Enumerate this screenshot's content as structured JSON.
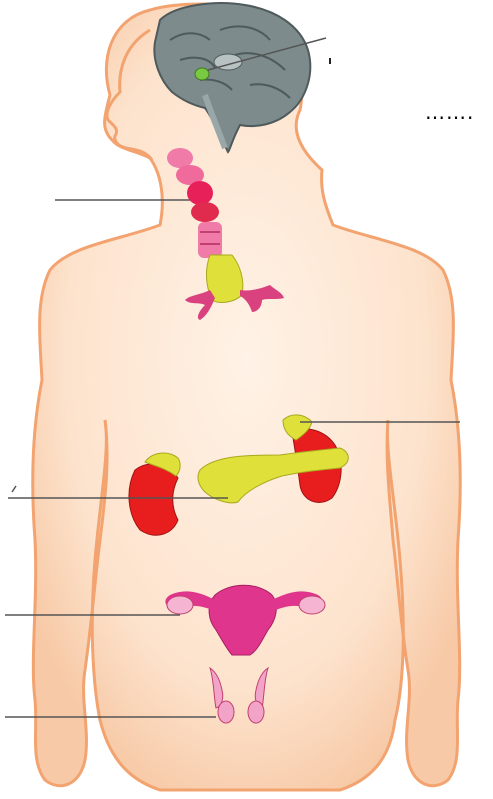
{
  "diagram": {
    "labels": [
      {
        "id": "pituitary-label-line",
        "text": ""
      },
      {
        "id": "thyroid-label-line",
        "text": ""
      },
      {
        "id": "adrenal-label-line",
        "text": ""
      },
      {
        "id": "pancreas-label-line",
        "text": ""
      },
      {
        "id": "ovary-label-line",
        "text": ""
      },
      {
        "id": "testis-label-line",
        "text": ""
      }
    ],
    "answer_blank": "…….",
    "colors": {
      "skin": "#fcdcc4",
      "skin_outline": "#f0a070",
      "brain": "#7d8b8c",
      "gland_red": "#e81e1e",
      "gland_yellow": "#dfe03a",
      "uterus_pink": "#e0358c",
      "pituitary_green": "#7ac943"
    }
  }
}
